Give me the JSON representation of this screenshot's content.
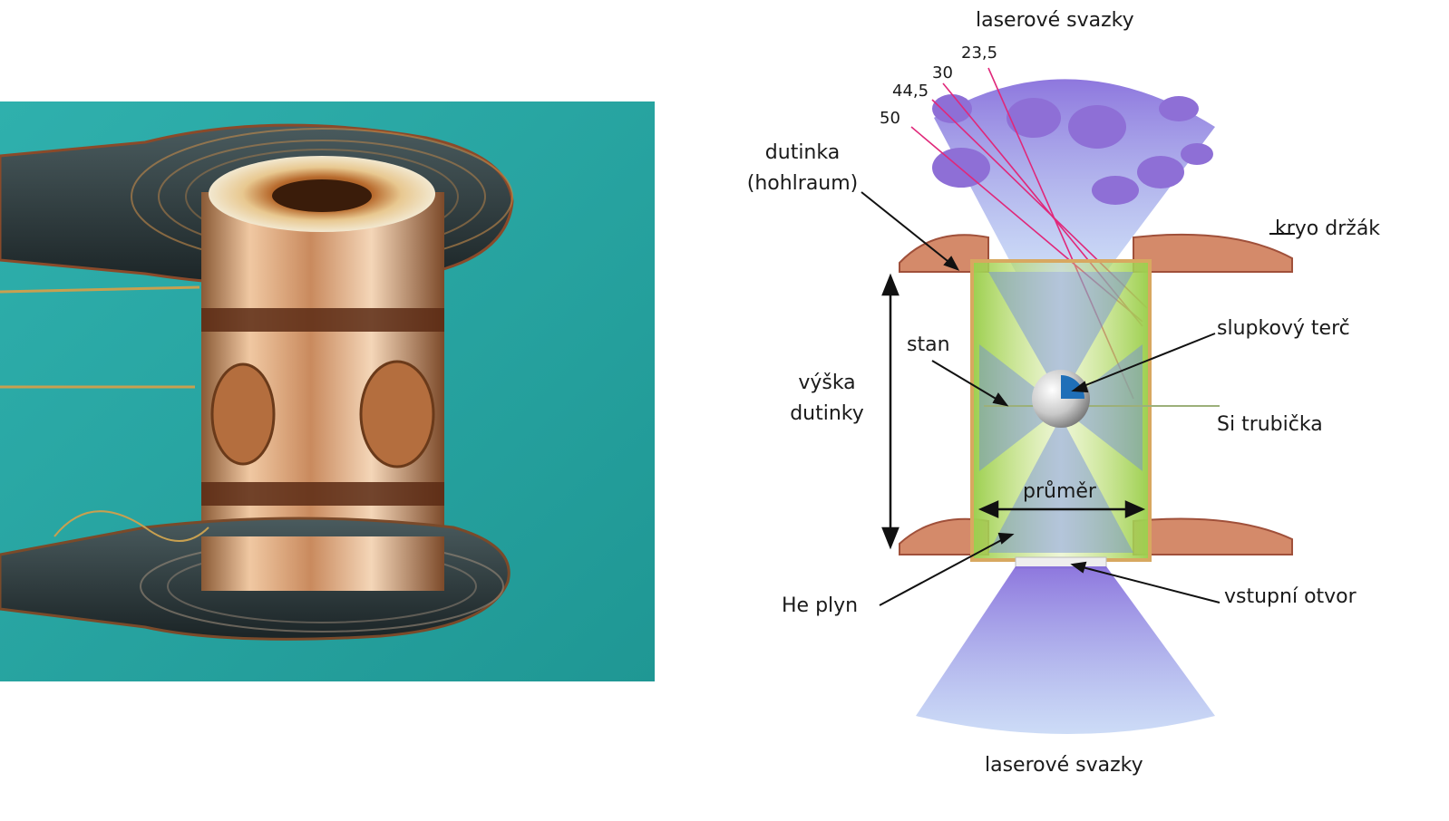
{
  "labels": {
    "beams_top": "laserové svazky",
    "beams_bottom": "laserové svazky",
    "hohlraum_line1": "dutinka",
    "hohlraum_line2": "(hohlraum)",
    "cryo_holder": "kryo držák",
    "tent": "stan",
    "hohlraum_height_line1": "výška",
    "hohlraum_height_line2": "dutinky",
    "capsule": "slupkový terč",
    "si_tube": "Si trubička",
    "diameter": "průměr",
    "he_gas": "He plyn",
    "entrance_hole": "vstupní otvor"
  },
  "angles": [
    "23,5",
    "30",
    "44,5",
    "50"
  ],
  "colors": {
    "background_photo": "#2aa8a6",
    "beam": "#7b6ae0",
    "gold": "#d9a86a",
    "copper_holder": "#c67a5b",
    "green_wall": "#8fc34a",
    "capsule_blue": "#1f6fb8",
    "angle_lines": "#e0287a"
  }
}
